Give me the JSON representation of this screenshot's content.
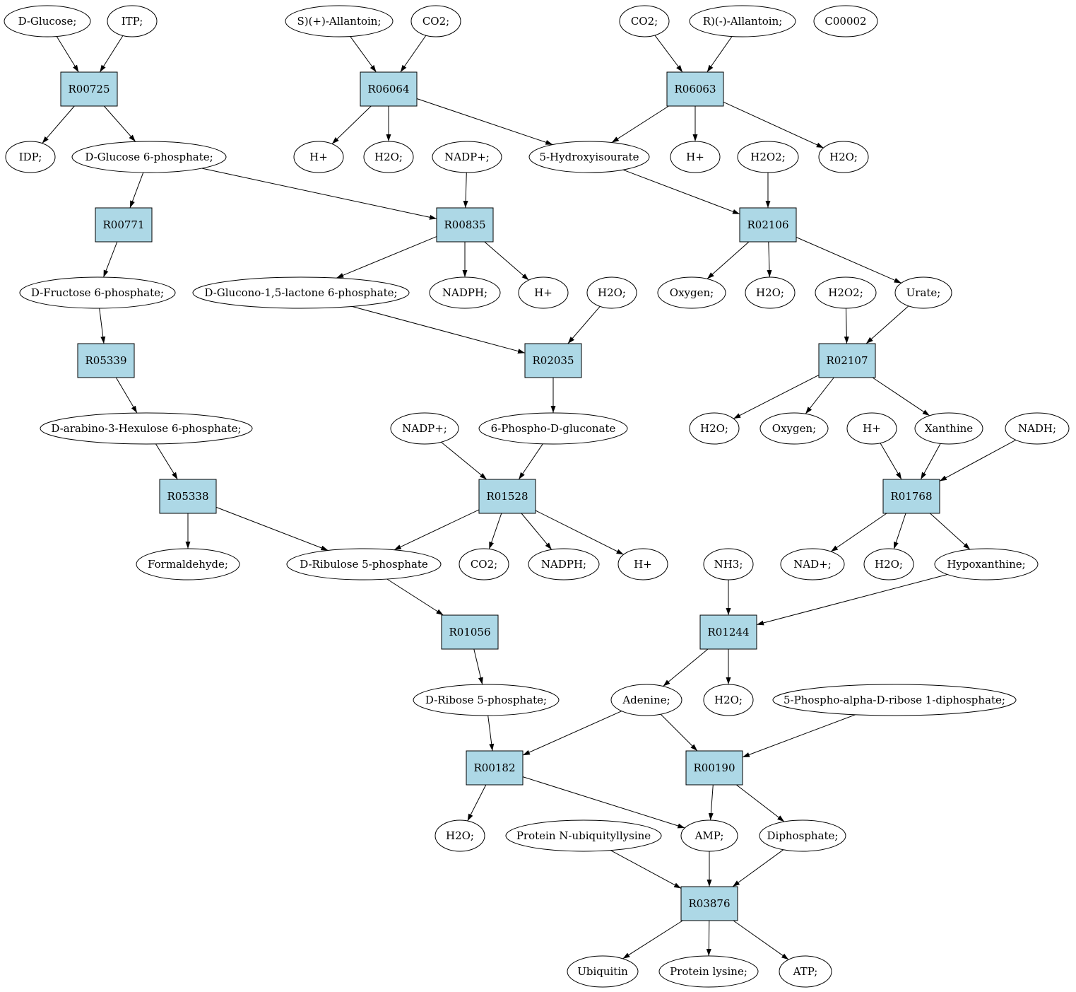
{
  "colors": {
    "reaction_fill": "#add8e6",
    "compound_fill": "#ffffff",
    "source_fill": "#00ee00",
    "target_fill": "#ffff00",
    "stroke": "#000000"
  },
  "nodes": [
    {
      "id": "c_dglucose",
      "kind": "compound",
      "role": "source",
      "label": "D-Glucose;"
    },
    {
      "id": "c_itp",
      "kind": "compound",
      "label": "ITP;"
    },
    {
      "id": "c_sallantoin",
      "kind": "compound",
      "label": "S)(+)-Allantoin;"
    },
    {
      "id": "c_co2_a",
      "kind": "compound",
      "label": "CO2;"
    },
    {
      "id": "c_co2_b",
      "kind": "compound",
      "label": "CO2;"
    },
    {
      "id": "c_rallantoin",
      "kind": "compound",
      "label": "R)(-)-Allantoin;"
    },
    {
      "id": "c_c00002",
      "kind": "compound",
      "role": "target",
      "label": "C00002"
    },
    {
      "id": "r_R00725",
      "kind": "reaction",
      "label": "R00725"
    },
    {
      "id": "r_R06064",
      "kind": "reaction",
      "label": "R06064"
    },
    {
      "id": "r_R06063",
      "kind": "reaction",
      "label": "R06063"
    },
    {
      "id": "c_idp",
      "kind": "compound",
      "label": "IDP;"
    },
    {
      "id": "c_g6p",
      "kind": "compound",
      "label": "D-Glucose 6-phosphate;"
    },
    {
      "id": "c_hplus_a",
      "kind": "compound",
      "label": "H+"
    },
    {
      "id": "c_h2o_a",
      "kind": "compound",
      "label": "H2O;"
    },
    {
      "id": "c_nadp_a",
      "kind": "compound",
      "label": "NADP+;"
    },
    {
      "id": "c_hydroxyisourate",
      "kind": "compound",
      "label": "5-Hydroxyisourate"
    },
    {
      "id": "c_hplus_b",
      "kind": "compound",
      "label": "H+"
    },
    {
      "id": "c_h2o2_a",
      "kind": "compound",
      "label": "H2O2;"
    },
    {
      "id": "c_h2o_b",
      "kind": "compound",
      "label": "H2O;"
    },
    {
      "id": "r_R00771",
      "kind": "reaction",
      "label": "R00771"
    },
    {
      "id": "r_R00835",
      "kind": "reaction",
      "label": "R00835"
    },
    {
      "id": "r_R02106",
      "kind": "reaction",
      "label": "R02106"
    },
    {
      "id": "c_f6p",
      "kind": "compound",
      "label": "D-Fructose 6-phosphate;"
    },
    {
      "id": "c_glucono",
      "kind": "compound",
      "label": "D-Glucono-1,5-lactone 6-phosphate;"
    },
    {
      "id": "c_nadph_a",
      "kind": "compound",
      "label": "NADPH;"
    },
    {
      "id": "c_hplus_c",
      "kind": "compound",
      "label": "H+"
    },
    {
      "id": "c_h2o_c",
      "kind": "compound",
      "label": "H2O;"
    },
    {
      "id": "c_oxygen_a",
      "kind": "compound",
      "label": "Oxygen;"
    },
    {
      "id": "c_h2o_d",
      "kind": "compound",
      "label": "H2O;"
    },
    {
      "id": "c_h2o2_b",
      "kind": "compound",
      "label": "H2O2;"
    },
    {
      "id": "c_urate",
      "kind": "compound",
      "label": "Urate;"
    },
    {
      "id": "r_R05339",
      "kind": "reaction",
      "label": "R05339"
    },
    {
      "id": "r_R02035",
      "kind": "reaction",
      "label": "R02035"
    },
    {
      "id": "r_R02107",
      "kind": "reaction",
      "label": "R02107"
    },
    {
      "id": "c_hexulose",
      "kind": "compound",
      "label": "D-arabino-3-Hexulose 6-phosphate;"
    },
    {
      "id": "c_nadp_b",
      "kind": "compound",
      "label": "NADP+;"
    },
    {
      "id": "c_6pg",
      "kind": "compound",
      "label": "6-Phospho-D-gluconate"
    },
    {
      "id": "c_h2o_e",
      "kind": "compound",
      "label": "H2O;"
    },
    {
      "id": "c_oxygen_b",
      "kind": "compound",
      "label": "Oxygen;"
    },
    {
      "id": "c_hplus_d",
      "kind": "compound",
      "label": "H+"
    },
    {
      "id": "c_xanthine",
      "kind": "compound",
      "label": "Xanthine"
    },
    {
      "id": "c_nadh",
      "kind": "compound",
      "label": "NADH;"
    },
    {
      "id": "r_R05338",
      "kind": "reaction",
      "label": "R05338"
    },
    {
      "id": "r_R01528",
      "kind": "reaction",
      "label": "R01528"
    },
    {
      "id": "r_R01768",
      "kind": "reaction",
      "label": "R01768"
    },
    {
      "id": "c_formaldehyde",
      "kind": "compound",
      "label": "Formaldehyde;"
    },
    {
      "id": "c_ru5p",
      "kind": "compound",
      "label": "D-Ribulose 5-phosphate"
    },
    {
      "id": "c_co2_c",
      "kind": "compound",
      "label": "CO2;"
    },
    {
      "id": "c_nadph_b",
      "kind": "compound",
      "label": "NADPH;"
    },
    {
      "id": "c_hplus_e",
      "kind": "compound",
      "label": "H+"
    },
    {
      "id": "c_nh3",
      "kind": "compound",
      "label": "NH3;"
    },
    {
      "id": "c_nad",
      "kind": "compound",
      "label": "NAD+;"
    },
    {
      "id": "c_h2o_f",
      "kind": "compound",
      "label": "H2O;"
    },
    {
      "id": "c_hypoxanthine",
      "kind": "compound",
      "label": "Hypoxanthine;"
    },
    {
      "id": "r_R01056",
      "kind": "reaction",
      "label": "R01056"
    },
    {
      "id": "r_R01244",
      "kind": "reaction",
      "label": "R01244"
    },
    {
      "id": "c_r5p",
      "kind": "compound",
      "label": "D-Ribose 5-phosphate;"
    },
    {
      "id": "c_adenine",
      "kind": "compound",
      "label": "Adenine;"
    },
    {
      "id": "c_h2o_g",
      "kind": "compound",
      "label": "H2O;"
    },
    {
      "id": "c_prpp",
      "kind": "compound",
      "label": "5-Phospho-alpha-D-ribose 1-diphosphate;"
    },
    {
      "id": "r_R00182",
      "kind": "reaction",
      "label": "R00182"
    },
    {
      "id": "r_R00190",
      "kind": "reaction",
      "label": "R00190"
    },
    {
      "id": "c_h2o_h",
      "kind": "compound",
      "label": "H2O;"
    },
    {
      "id": "c_protein_ub",
      "kind": "compound",
      "label": "Protein N-ubiquityllysine"
    },
    {
      "id": "c_amp",
      "kind": "compound",
      "label": "AMP;"
    },
    {
      "id": "c_diphosphate",
      "kind": "compound",
      "label": "Diphosphate;"
    },
    {
      "id": "r_R03876",
      "kind": "reaction",
      "label": "R03876"
    },
    {
      "id": "c_ubiquitin",
      "kind": "compound",
      "label": "Ubiquitin"
    },
    {
      "id": "c_protein_lysine",
      "kind": "compound",
      "label": "Protein lysine;"
    },
    {
      "id": "c_atp",
      "kind": "compound",
      "label": "ATP;"
    }
  ],
  "edges": [
    [
      "c_dglucose",
      "r_R00725"
    ],
    [
      "c_itp",
      "r_R00725"
    ],
    [
      "c_sallantoin",
      "r_R06064"
    ],
    [
      "c_co2_a",
      "r_R06064"
    ],
    [
      "c_co2_b",
      "r_R06063"
    ],
    [
      "c_rallantoin",
      "r_R06063"
    ],
    [
      "r_R00725",
      "c_idp"
    ],
    [
      "r_R00725",
      "c_g6p"
    ],
    [
      "r_R06064",
      "c_hplus_a"
    ],
    [
      "r_R06064",
      "c_h2o_a"
    ],
    [
      "r_R06064",
      "c_hydroxyisourate"
    ],
    [
      "r_R06063",
      "c_hydroxyisourate"
    ],
    [
      "r_R06063",
      "c_hplus_b"
    ],
    [
      "r_R06063",
      "c_h2o_b"
    ],
    [
      "c_g6p",
      "r_R00771"
    ],
    [
      "c_g6p",
      "r_R00835"
    ],
    [
      "c_nadp_a",
      "r_R00835"
    ],
    [
      "c_hydroxyisourate",
      "r_R02106"
    ],
    [
      "c_h2o2_a",
      "r_R02106"
    ],
    [
      "r_R00771",
      "c_f6p"
    ],
    [
      "r_R00835",
      "c_glucono"
    ],
    [
      "r_R00835",
      "c_nadph_a"
    ],
    [
      "r_R00835",
      "c_hplus_c"
    ],
    [
      "r_R02106",
      "c_oxygen_a"
    ],
    [
      "r_R02106",
      "c_h2o_d"
    ],
    [
      "r_R02106",
      "c_urate"
    ],
    [
      "c_f6p",
      "r_R05339"
    ],
    [
      "c_glucono",
      "r_R02035"
    ],
    [
      "c_h2o_c",
      "r_R02035"
    ],
    [
      "c_h2o2_b",
      "r_R02107"
    ],
    [
      "c_urate",
      "r_R02107"
    ],
    [
      "r_R05339",
      "c_hexulose"
    ],
    [
      "r_R02035",
      "c_6pg"
    ],
    [
      "r_R02107",
      "c_h2o_e"
    ],
    [
      "r_R02107",
      "c_oxygen_b"
    ],
    [
      "r_R02107",
      "c_xanthine"
    ],
    [
      "c_hexulose",
      "r_R05338"
    ],
    [
      "c_nadp_b",
      "r_R01528"
    ],
    [
      "c_6pg",
      "r_R01528"
    ],
    [
      "c_hplus_d",
      "r_R01768"
    ],
    [
      "c_xanthine",
      "r_R01768"
    ],
    [
      "c_nadh",
      "r_R01768"
    ],
    [
      "r_R05338",
      "c_formaldehyde"
    ],
    [
      "r_R05338",
      "c_ru5p"
    ],
    [
      "r_R01528",
      "c_ru5p"
    ],
    [
      "r_R01528",
      "c_co2_c"
    ],
    [
      "r_R01528",
      "c_nadph_b"
    ],
    [
      "r_R01528",
      "c_hplus_e"
    ],
    [
      "r_R01768",
      "c_nad"
    ],
    [
      "r_R01768",
      "c_h2o_f"
    ],
    [
      "r_R01768",
      "c_hypoxanthine"
    ],
    [
      "c_ru5p",
      "r_R01056"
    ],
    [
      "c_nh3",
      "r_R01244"
    ],
    [
      "c_hypoxanthine",
      "r_R01244"
    ],
    [
      "r_R01056",
      "c_r5p"
    ],
    [
      "r_R01244",
      "c_adenine"
    ],
    [
      "r_R01244",
      "c_h2o_g"
    ],
    [
      "c_r5p",
      "r_R00182"
    ],
    [
      "c_adenine",
      "r_R00182"
    ],
    [
      "c_adenine",
      "r_R00190"
    ],
    [
      "c_prpp",
      "r_R00190"
    ],
    [
      "r_R00182",
      "c_h2o_h"
    ],
    [
      "r_R00182",
      "c_amp"
    ],
    [
      "r_R00190",
      "c_amp"
    ],
    [
      "r_R00190",
      "c_diphosphate"
    ],
    [
      "c_protein_ub",
      "r_R03876"
    ],
    [
      "c_amp",
      "r_R03876"
    ],
    [
      "c_diphosphate",
      "r_R03876"
    ],
    [
      "r_R03876",
      "c_ubiquitin"
    ],
    [
      "r_R03876",
      "c_protein_lysine"
    ],
    [
      "r_R03876",
      "c_atp"
    ]
  ]
}
